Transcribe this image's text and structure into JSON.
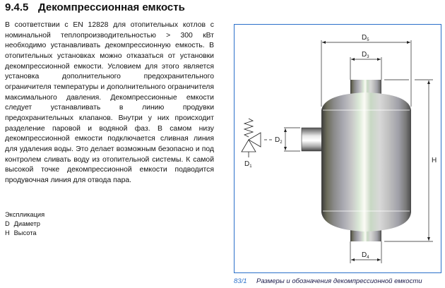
{
  "section": {
    "number": "9.4.5",
    "title": "Декомпрессионная емкость"
  },
  "paragraph": "В соответствии с EN 12828 для отопительных котлов с номинальной теплопроизводительностью > 300 кВт необходимо устанавливать декомпрессионную емкость. В отопительных установках можно отказаться от установки декомпрессионной емкости. Условием для этого является установка дополнительного предохранительного ограничителя температуры и дополнительного ограничителя максимального давления. Декомпрессионные емкости следует устанавливать в линию продувки предохранительных клапанов. Внутри у них происходит разделение паровой и водяной фаз. В самом низу декомпрессионной емкости подключается сливная линия для удаления воды. Это делает возможным безопасно и под контролем сливать воду из отопительной системы. К самой высокой точке декомпрессионной емкости подводится продувочная линия для отвода пара.",
  "legend": {
    "title": "Экспликация",
    "items": [
      {
        "key": "D",
        "label": "Диаметр"
      },
      {
        "key": "H",
        "label": "Высота"
      }
    ]
  },
  "figure": {
    "labels": {
      "d1": "D",
      "d1_sub": "1",
      "d2": "D",
      "d2_sub": "2",
      "d3": "D",
      "d3_sub": "3",
      "d4": "D",
      "d4_sub": "4",
      "d5": "D",
      "d5_sub": "5",
      "h": "H"
    },
    "caption_number": "83/1",
    "caption_text": "Размеры и обозначения декомпрессионной емкости",
    "frame_color": "#2a6fc9"
  }
}
